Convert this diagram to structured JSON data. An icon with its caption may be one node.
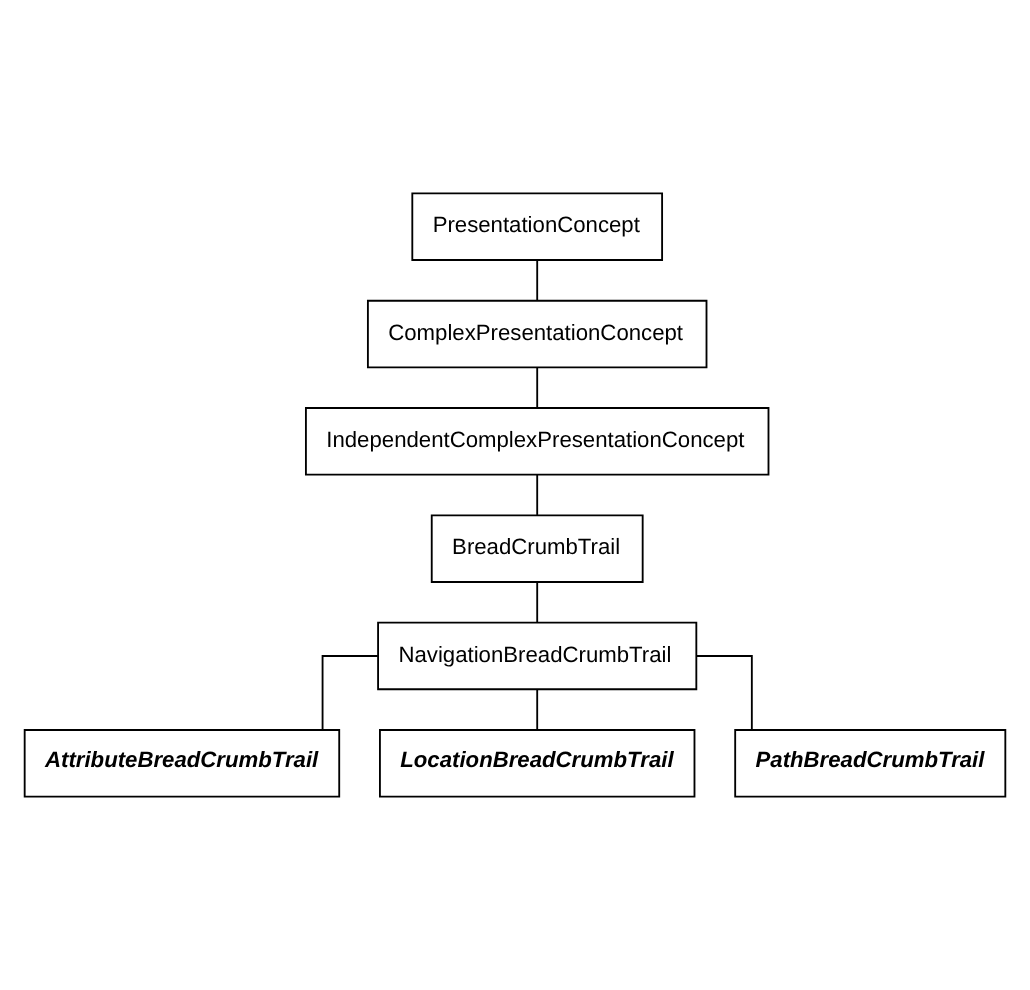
{
  "diagram": {
    "nodes": [
      {
        "text": [
          "PresentationConcept"
        ]
      },
      {
        "text": [
          "ComplexPresentationConcept"
        ]
      },
      {
        "text": [
          "IndependentComplexPresentationConcept"
        ]
      },
      {
        "text": [
          "BreadCrumbTrail"
        ]
      },
      {
        "text": [
          "NavigationBreadCrumbTrail"
        ]
      },
      {
        "text": [
          "AttributeBreadCrumbTrail"
        ]
      },
      {
        "text": [
          "LocationBreadCrumbTrail"
        ]
      },
      {
        "text": [
          "PathBreadCrumbTrail"
        ]
      }
    ],
    "edges": [
      {
        "from": 0,
        "to": 1,
        "arrow": "none"
      },
      {
        "from": 1,
        "to": 2,
        "arrow": "none"
      },
      {
        "from": 2,
        "to": 3,
        "arrow": "none"
      },
      {
        "from": 3,
        "to": 4,
        "arrow": "none"
      },
      {
        "from": 4,
        "to": 5,
        "arrow": "none"
      },
      {
        "from": 4,
        "to": 6,
        "arrow": "none"
      },
      {
        "from": 4,
        "to": 7,
        "arrow": "none"
      }
    ]
  }
}
